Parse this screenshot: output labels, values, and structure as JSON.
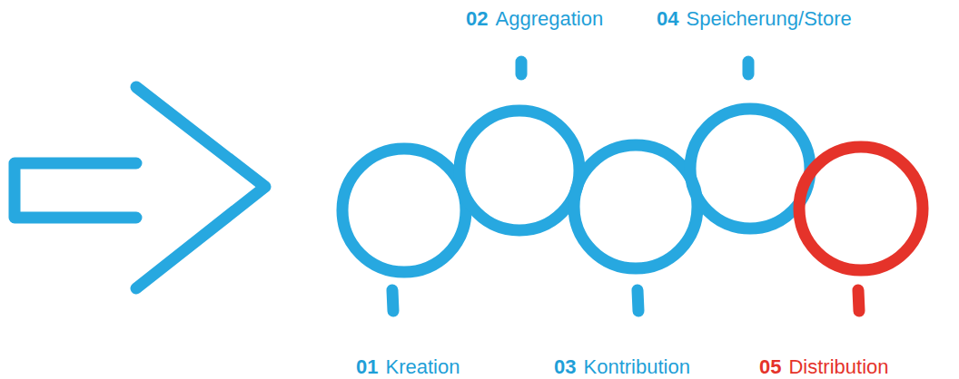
{
  "diagram": {
    "labels": [
      "01",
      "Kreation",
      "02",
      "Aggregation",
      "03",
      "Kontribution",
      "04",
      "Speicherung/Store",
      "05",
      "Distribution"
    ]
  }
}
